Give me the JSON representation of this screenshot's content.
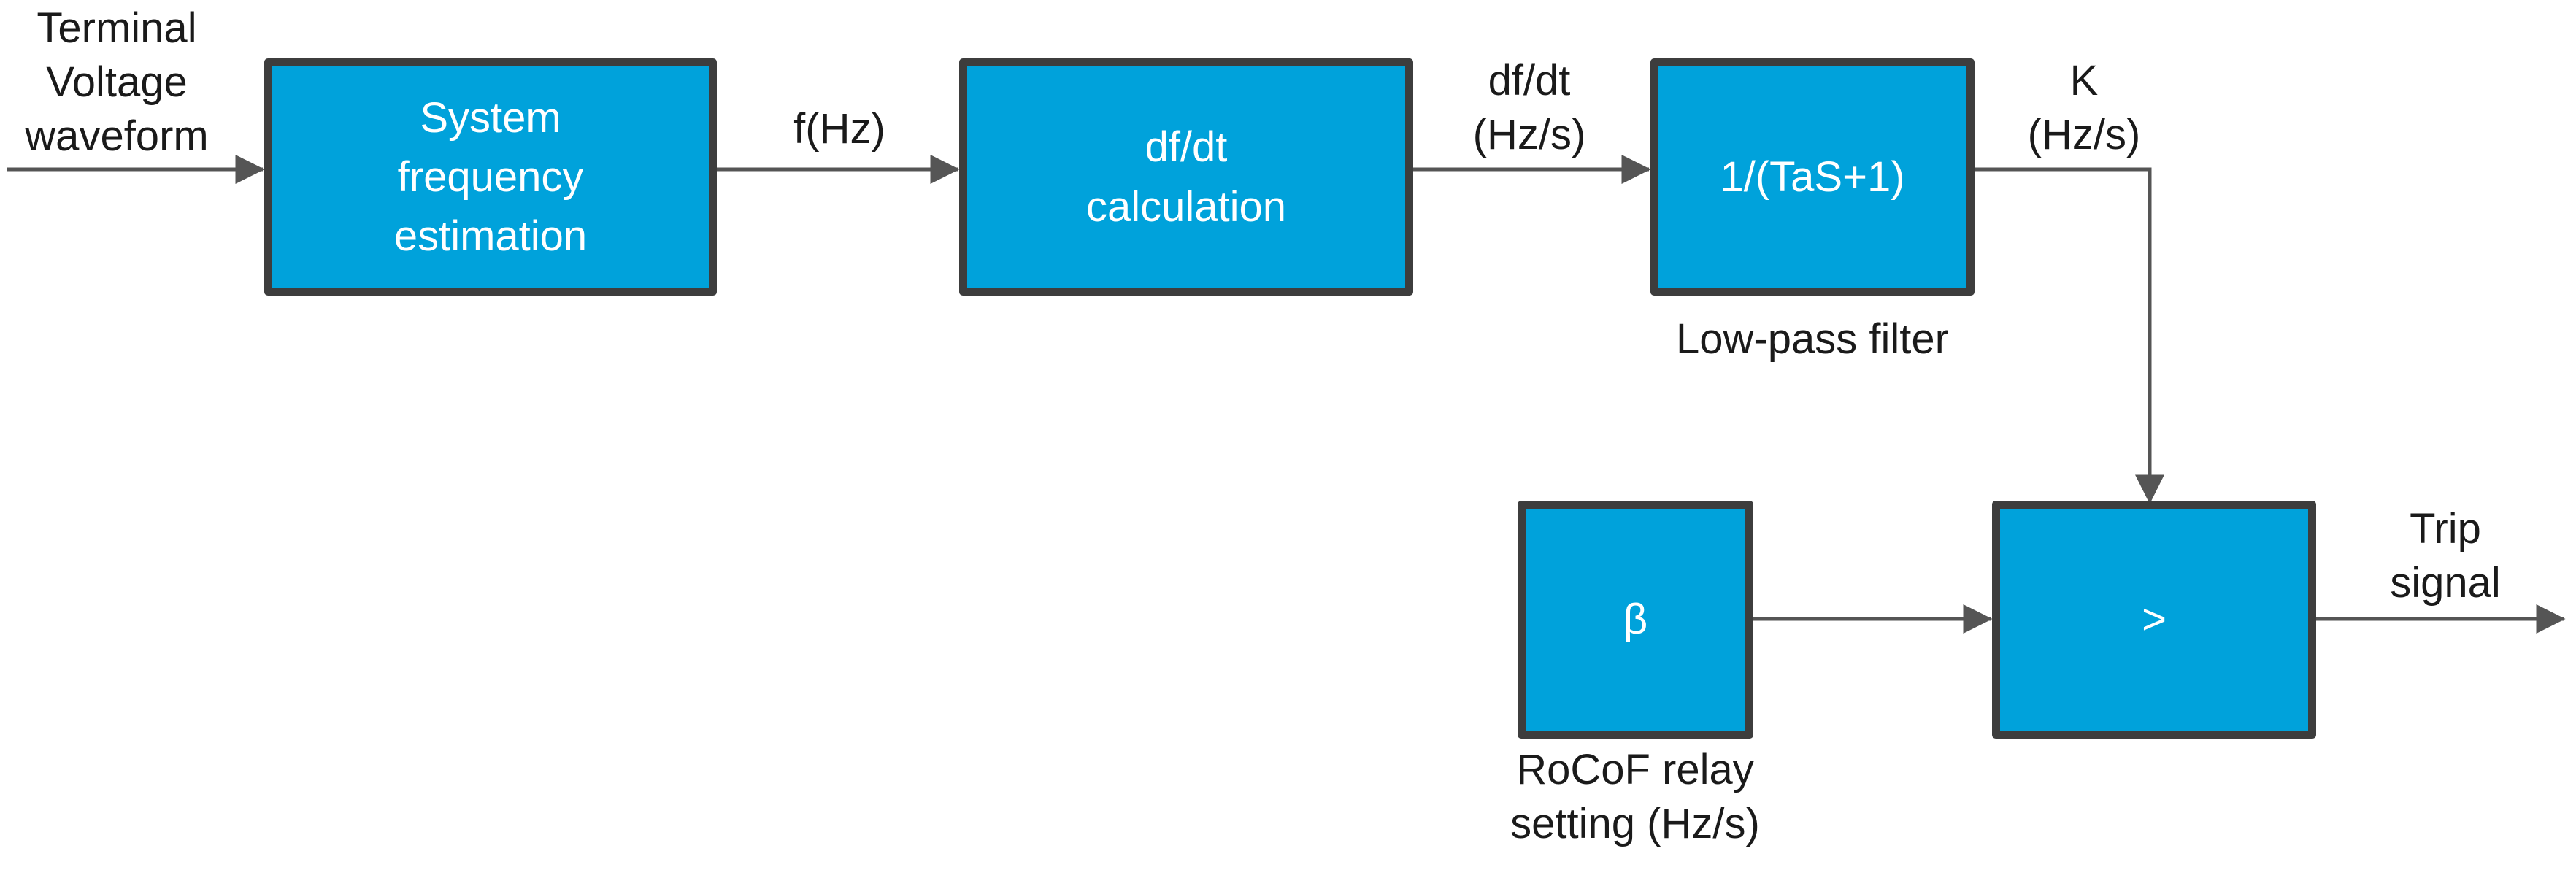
{
  "colors": {
    "block_fill": "#00a2db",
    "block_border": "#3d3d3d",
    "connector": "#555555",
    "block_text": "#ffffff",
    "label_text": "#1a1a1a"
  },
  "input_label": [
    "Terminal",
    "Voltage",
    "waveform"
  ],
  "blocks": {
    "freq_estimation": [
      "System",
      "frequency",
      "estimation"
    ],
    "dfdt_calc": [
      "df/dt",
      "calculation"
    ],
    "lowpass": [
      "1/(TaS+1)"
    ],
    "beta": [
      "β"
    ],
    "comparator": [
      ">"
    ]
  },
  "signals": {
    "f": "f(Hz)",
    "dfdt": [
      "df/dt",
      "(Hz/s)"
    ],
    "K": [
      "K",
      "(Hz/s)"
    ],
    "trip": [
      "Trip",
      "signal"
    ]
  },
  "captions": {
    "lowpass": "Low-pass filter",
    "beta": [
      "RoCoF relay",
      "setting (Hz/s)"
    ]
  }
}
